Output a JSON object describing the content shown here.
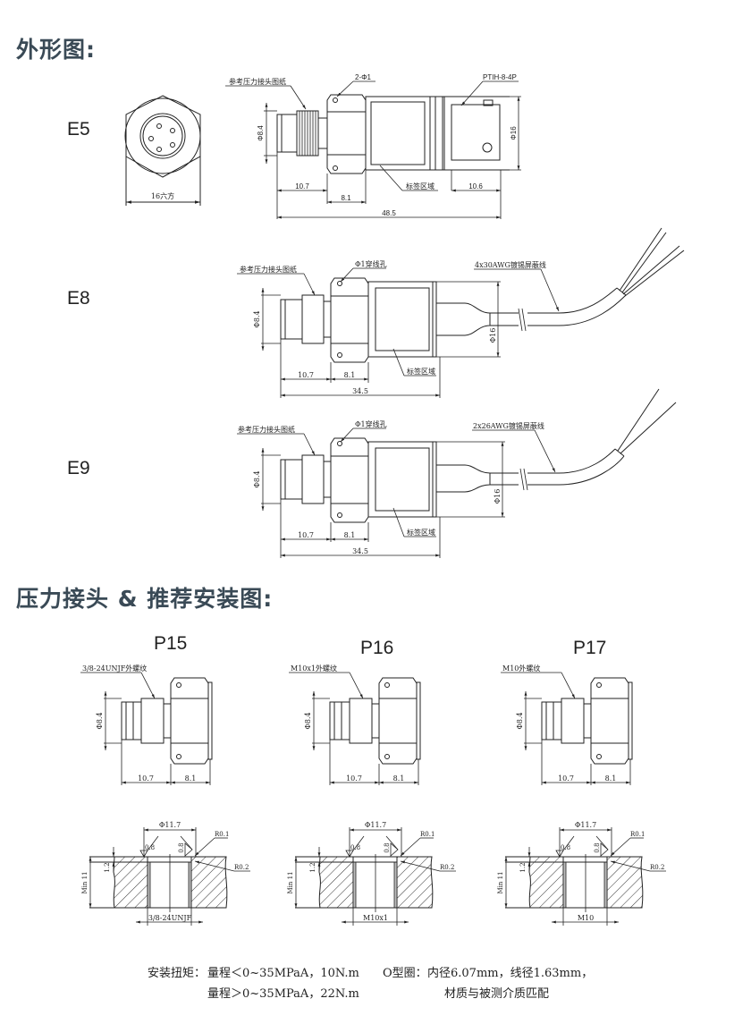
{
  "sections": {
    "outline_title": "外形图:",
    "connector_title": "压力接头 & 推荐安装图:"
  },
  "models": [
    {
      "id": "E5",
      "front_view_label": "16六方",
      "ref_label": "参考压力接头图纸",
      "hole_label": "2-Φ1",
      "connector_label": "PTIH-8-4P",
      "label_area": "标签区域",
      "dia_thread": "Φ8.4",
      "dia_body": "Φ16",
      "dims": [
        "10.7",
        "8.1",
        "10.6",
        "48.5"
      ]
    },
    {
      "id": "E8",
      "ref_label": "参考压力接头图纸",
      "hole_label": "Φ1穿线孔",
      "cable_label": "4x30AWG镀锡屏蔽线",
      "label_area": "标签区域",
      "dia_thread": "Φ8.4",
      "dia_body": "Φ16",
      "dims": [
        "10.7",
        "8.1",
        "34.5"
      ]
    },
    {
      "id": "E9",
      "ref_label": "参考压力接头图纸",
      "hole_label": "Φ1穿线孔",
      "cable_label": "2x26AWG镀锡屏蔽线",
      "label_area": "标签区域",
      "dia_thread": "Φ8.4",
      "dia_body": "Φ16",
      "dims": [
        "10.7",
        "8.1",
        "34.5"
      ]
    }
  ],
  "connectors": [
    {
      "id": "P15",
      "thread_label": "3/8-24UNJF外螺纹",
      "dia": "Φ8.4",
      "dims": [
        "10.7",
        "8.1"
      ],
      "install": {
        "bore": "Φ11.7",
        "roughness_a": "0.8",
        "roughness_b": "0.8",
        "r1": "R0.1",
        "r2": "R0.2",
        "depth": "1.2",
        "min_depth": "Min 11",
        "thread": "3/8-24UNJF"
      }
    },
    {
      "id": "P16",
      "thread_label": "M10x1外螺纹",
      "dia": "Φ8.4",
      "dims": [
        "10.7",
        "8.1"
      ],
      "install": {
        "bore": "Φ11.7",
        "roughness_a": "0.8",
        "roughness_b": "0.8",
        "r1": "R0.1",
        "r2": "R0.2",
        "depth": "1.2",
        "min_depth": "Min 11",
        "thread": "M10x1"
      }
    },
    {
      "id": "P17",
      "thread_label": "M10外螺纹",
      "dia": "Φ8.4",
      "dims": [
        "10.7",
        "8.1"
      ],
      "install": {
        "bore": "Φ11.7",
        "roughness_a": "0.8",
        "roughness_b": "0.8",
        "r1": "R0.1",
        "r2": "R0.2",
        "depth": "1.2",
        "min_depth": "Min 11",
        "thread": "M10"
      }
    }
  ],
  "notes": {
    "torque_label": "安装扭矩：",
    "torque_line1": "量程＜0~35MPaA，10N.m",
    "torque_line2": "量程＞0~35MPaA，22N.m",
    "oring_label": "O型圈：",
    "oring_line1": "内径6.07mm，线径1.63mm，",
    "oring_line2": "材质与被测介质匹配"
  }
}
